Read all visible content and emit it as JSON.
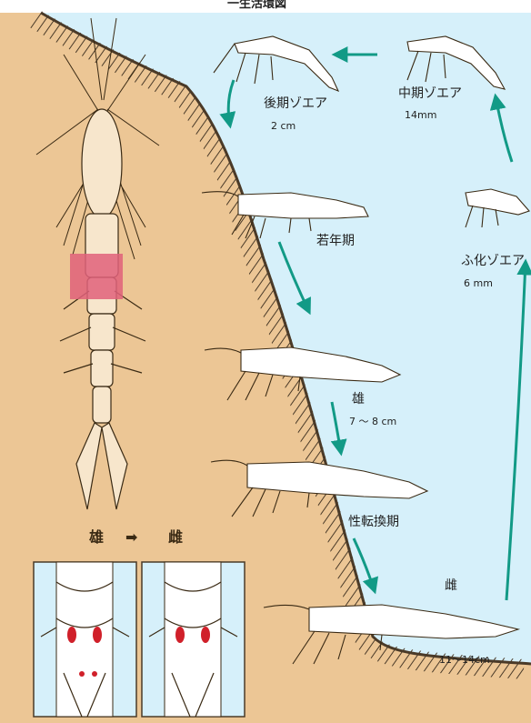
{
  "title": "一生活環図",
  "stages": {
    "post_zoea": {
      "name": "後期ゾエア",
      "size": "2 cm"
    },
    "mid_zoea": {
      "name": "中期ゾエア",
      "size": "14mm"
    },
    "hatch_zoea": {
      "name": "ふ化ゾエア",
      "size": "6 mm"
    },
    "juvenile": {
      "name": "若年期"
    },
    "male": {
      "name": "雄",
      "size": "7 ～ 8 cm"
    },
    "transition": {
      "name": "性転換期"
    },
    "female": {
      "name": "雌",
      "size": "11～14cm"
    }
  },
  "inset": {
    "from": "雄",
    "arrow": "➡",
    "to": "雌"
  },
  "colors": {
    "water": "#d6f0fa",
    "sand": "#ecc695",
    "shore": "#4a3a28",
    "arrow": "#129a86",
    "highlight": "#e0607a",
    "shrimp": "#ffffff"
  }
}
